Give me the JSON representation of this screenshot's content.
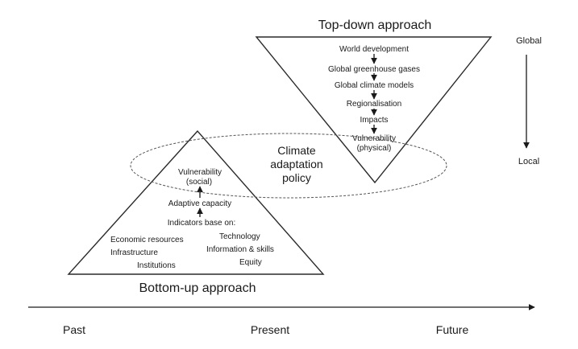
{
  "top_down": {
    "title": "Top-down approach",
    "steps": [
      "World development",
      "Global greenhouse gases",
      "Global climate models",
      "Regionalisation",
      "Impacts",
      "Vulnerability",
      "(physical)"
    ]
  },
  "bottom_up": {
    "title": "Bottom-up approach",
    "vulnerability": "Vulnerability",
    "vulnerability_sub": "(social)",
    "adaptive_capacity": "Adaptive capacity",
    "indicators_heading": "Indicators base on:",
    "indicators_left": [
      "Economic resources",
      "Infrastructure",
      "Institutions"
    ],
    "indicators_right": [
      "Technology",
      "Information & skills",
      "Equity"
    ]
  },
  "policy": {
    "lines": [
      "Climate",
      "adaptation",
      "policy"
    ]
  },
  "scale": {
    "top": "Global",
    "bottom": "Local"
  },
  "timeline": {
    "past": "Past",
    "present": "Present",
    "future": "Future"
  }
}
